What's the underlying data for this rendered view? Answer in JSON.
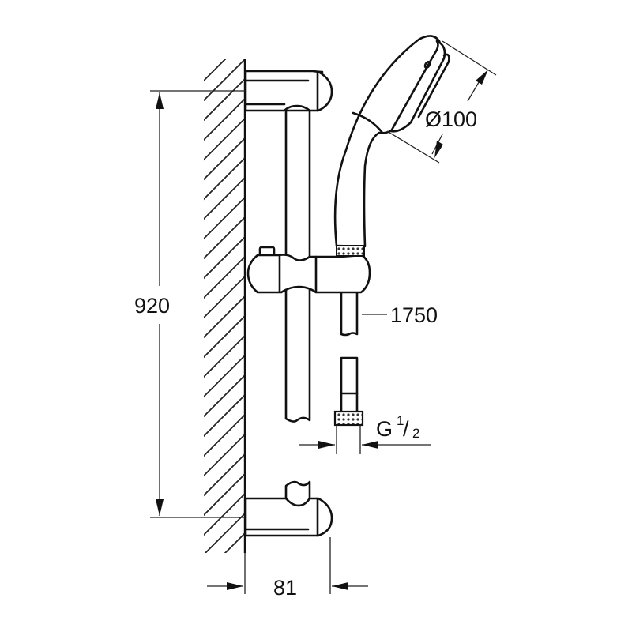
{
  "diagram": {
    "type": "technical-drawing",
    "subject": "shower rail set with hand shower",
    "stroke_color": "#111111",
    "background_color": "#ffffff",
    "dimensions": {
      "rail_height": {
        "value": "920",
        "orientation": "vertical"
      },
      "hand_shower_diameter": {
        "value": "Ø100",
        "orientation": "diagonal"
      },
      "hose_length": {
        "value": "1750",
        "orientation": "leader"
      },
      "connection_thread": {
        "prefix": "G",
        "numerator": "1",
        "denominator": "2"
      },
      "wall_projection": {
        "value": "81",
        "orientation": "horizontal"
      }
    },
    "components": [
      {
        "name": "wall",
        "style": "hatched"
      },
      {
        "name": "upper-wall-bracket"
      },
      {
        "name": "slide-rail"
      },
      {
        "name": "slider-holder"
      },
      {
        "name": "hand-shower"
      },
      {
        "name": "shower-hose"
      },
      {
        "name": "hose-nut"
      },
      {
        "name": "lower-wall-bracket"
      }
    ]
  }
}
